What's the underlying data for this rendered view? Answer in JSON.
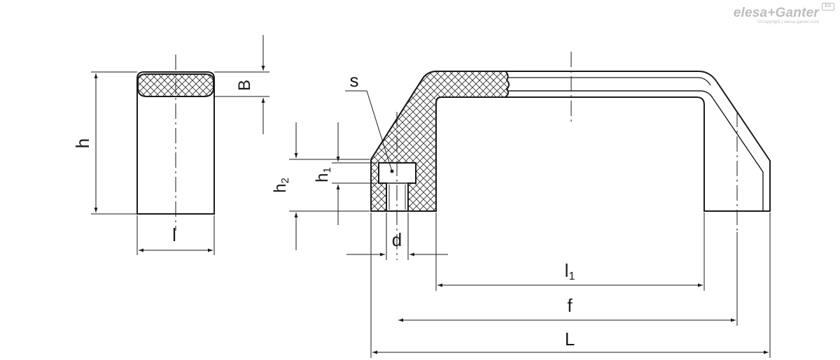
{
  "brand": {
    "name": "elesa+Ganter",
    "copyright": "©Copyright | elesa-ganter.com",
    "mark": "EG"
  },
  "side_view": {
    "labels": {
      "h": "h",
      "B": "B",
      "l": "l"
    }
  },
  "front_view": {
    "labels": {
      "s": "s",
      "h2": "h",
      "h2_sub": "2",
      "h1": "h",
      "h1_sub": "1",
      "d": "d",
      "l1": "l",
      "l1_sub": "1",
      "f": "f",
      "L": "L"
    }
  },
  "colors": {
    "line": "#1a1a1a",
    "hatch": "#333333",
    "watermark": "#bdbdbd"
  }
}
